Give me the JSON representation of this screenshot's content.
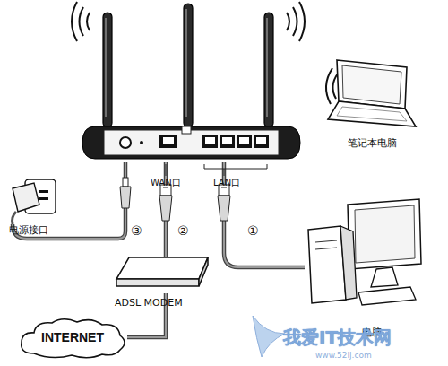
{
  "diagram": {
    "nodes": [
      {
        "text": [
          "WAN口",
          "LAN口"
        ]
      },
      {
        "text": [
          "笔记本电脑"
        ]
      },
      {
        "text": [
          "电源接口"
        ]
      },
      {
        "text": [
          "ADSL MODEM"
        ]
      },
      {
        "text": [
          "电脑"
        ]
      },
      {
        "text": [
          "INTERNET"
        ]
      }
    ],
    "edges": [
      {
        "from": 0,
        "to": 4,
        "arrow": "none",
        "label": "①"
      },
      {
        "from": 0,
        "to": 3,
        "arrow": "none",
        "label": "②"
      },
      {
        "from": 2,
        "to": 0,
        "arrow": "none",
        "label": "③"
      },
      {
        "from": 3,
        "to": 5,
        "arrow": "none"
      }
    ],
    "labels": [
      "我爱IT技术网",
      "www.52ij.com"
    ]
  }
}
